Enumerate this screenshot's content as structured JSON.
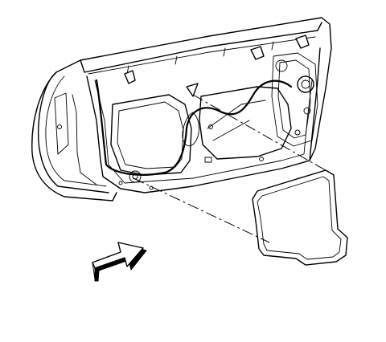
{
  "diagram": {
    "colors": {
      "line": "#000000",
      "background": "#ffffff",
      "arrow_shade": "#000000"
    },
    "parts": [
      {
        "id": "door-inner-panel"
      },
      {
        "id": "water-deflector"
      },
      {
        "id": "direction-arrow"
      },
      {
        "id": "alignment-line"
      }
    ]
  }
}
